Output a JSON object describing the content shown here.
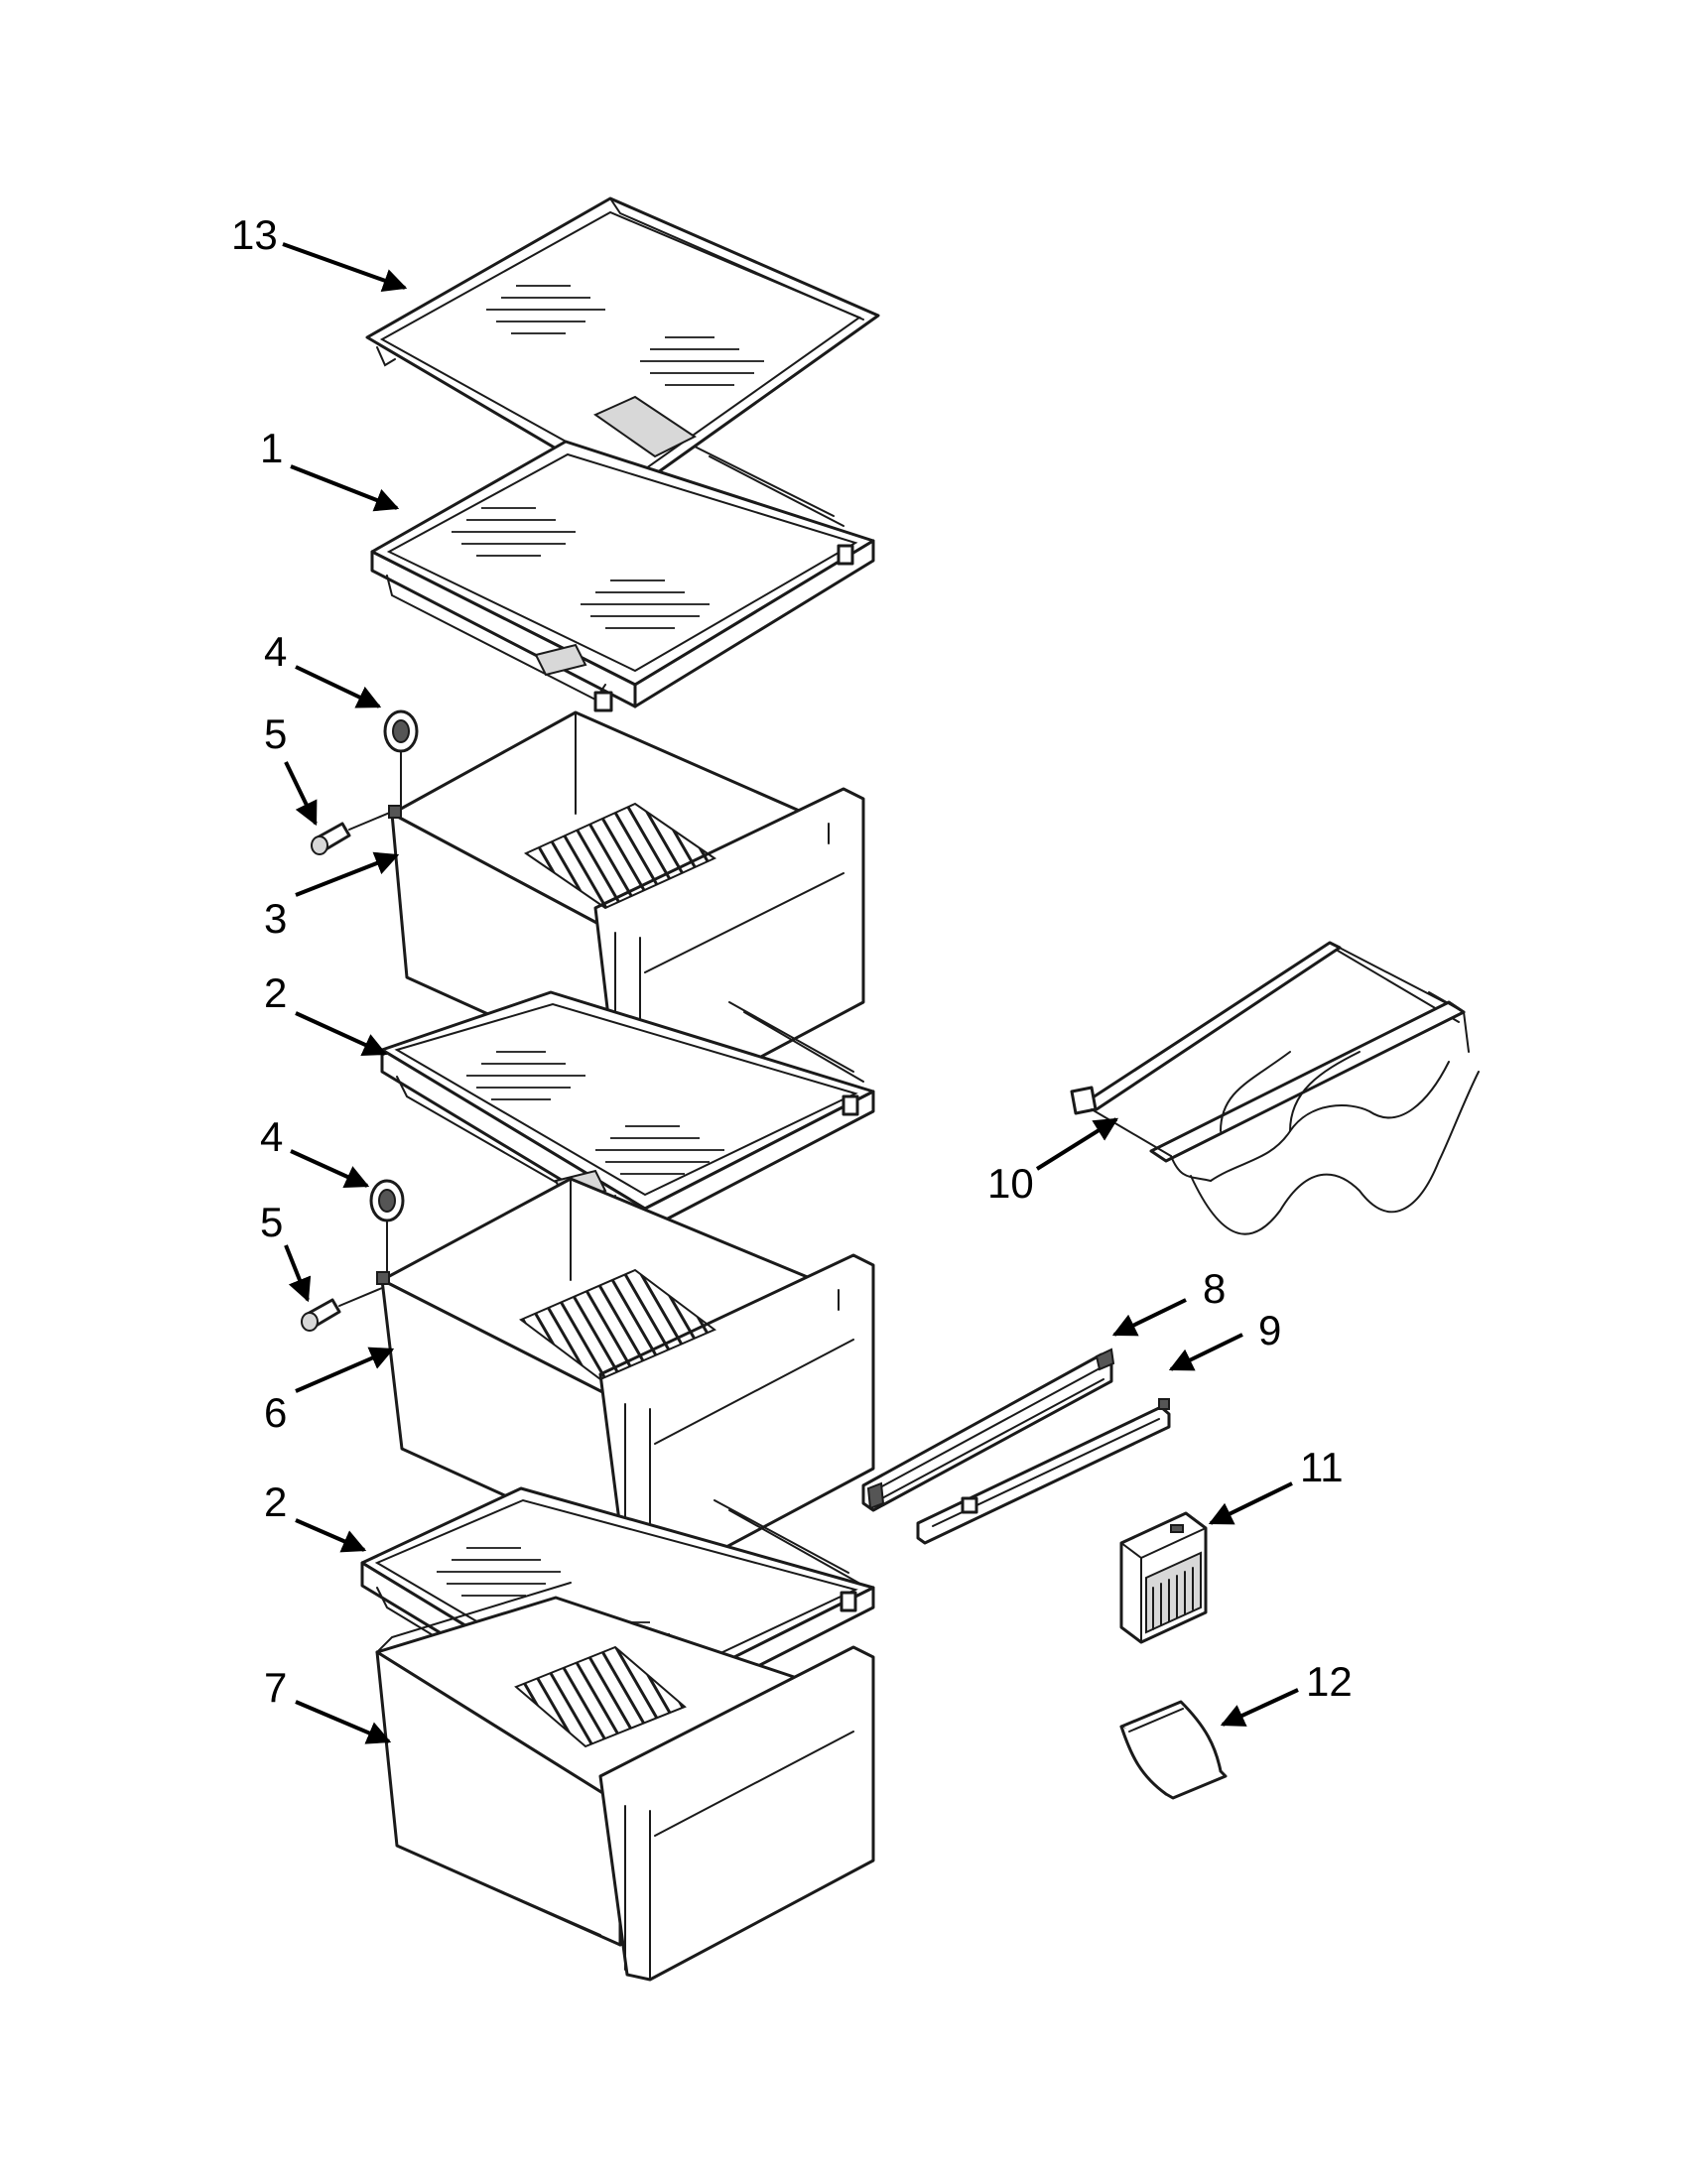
{
  "diagram": {
    "callouts": {
      "c13": "13",
      "c1": "1",
      "c4a": "4",
      "c5a": "5",
      "c3": "3",
      "c2a": "2",
      "c4b": "4",
      "c5b": "5",
      "c6": "6",
      "c2b": "2",
      "c7": "7",
      "c10": "10",
      "c8": "8",
      "c9": "9",
      "c11": "11",
      "c12": "12"
    },
    "colors": {
      "line": "#1a1a1a",
      "background": "#ffffff"
    }
  }
}
